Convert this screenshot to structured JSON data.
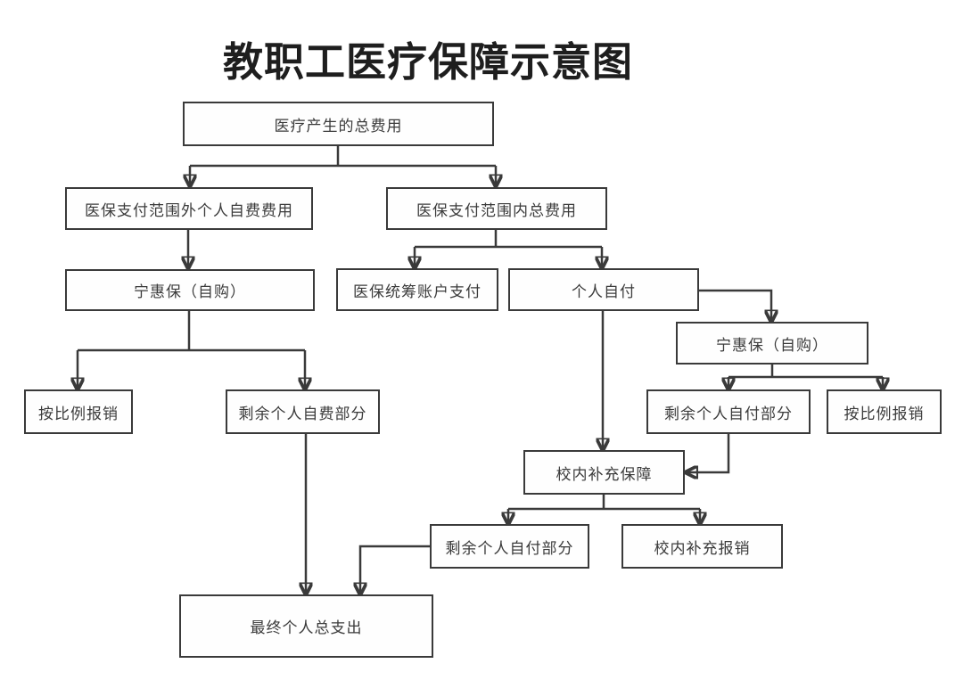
{
  "title": "教职工医疗保障示意图",
  "colors": {
    "background": "#ffffff",
    "line": "#3a3a3a",
    "box_border": "#3a3a3a",
    "box_fill": "#fefefe",
    "text": "#3b3b3b",
    "title_text": "#1e1e1e"
  },
  "flowchart": {
    "nodes": {
      "total_medical_cost": "医疗产生的总费用",
      "outside_scope_self_paid": "医保支付范围外个人自费费用",
      "within_scope_total": "医保支付范围内总费用",
      "ninghuibao_left": "宁惠保（自购）",
      "pooling_account_payment": "医保统筹账户支付",
      "personal_self_pay": "个人自付",
      "ninghuibao_right": "宁惠保（自购）",
      "proportional_reimbursement_left": "按比例报销",
      "remaining_self_paid_expense": "剩余个人自费部分",
      "remaining_self_pay_right": "剩余个人自付部分",
      "proportional_reimbursement_right": "按比例报销",
      "campus_supplementary_insurance": "校内补充保障",
      "remaining_self_pay_bottom": "剩余个人自付部分",
      "campus_supplementary_reimbursement": "校内补充报销",
      "final_personal_total_expense": "最终个人总支出"
    }
  }
}
